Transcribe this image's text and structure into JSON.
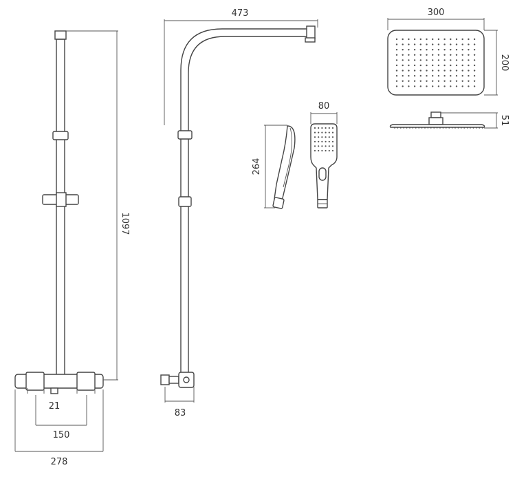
{
  "dimensions": {
    "riser_width": "473",
    "riser_height": "1097",
    "valve_width": "278",
    "valve_centres": "150",
    "valve_outlet": "21",
    "riser_elbow": "83",
    "handset_height": "264",
    "handset_width": "80",
    "head_width": "300",
    "head_depth": "200",
    "head_height": "51"
  },
  "colors": {
    "line": "#444444",
    "background": "#ffffff"
  }
}
